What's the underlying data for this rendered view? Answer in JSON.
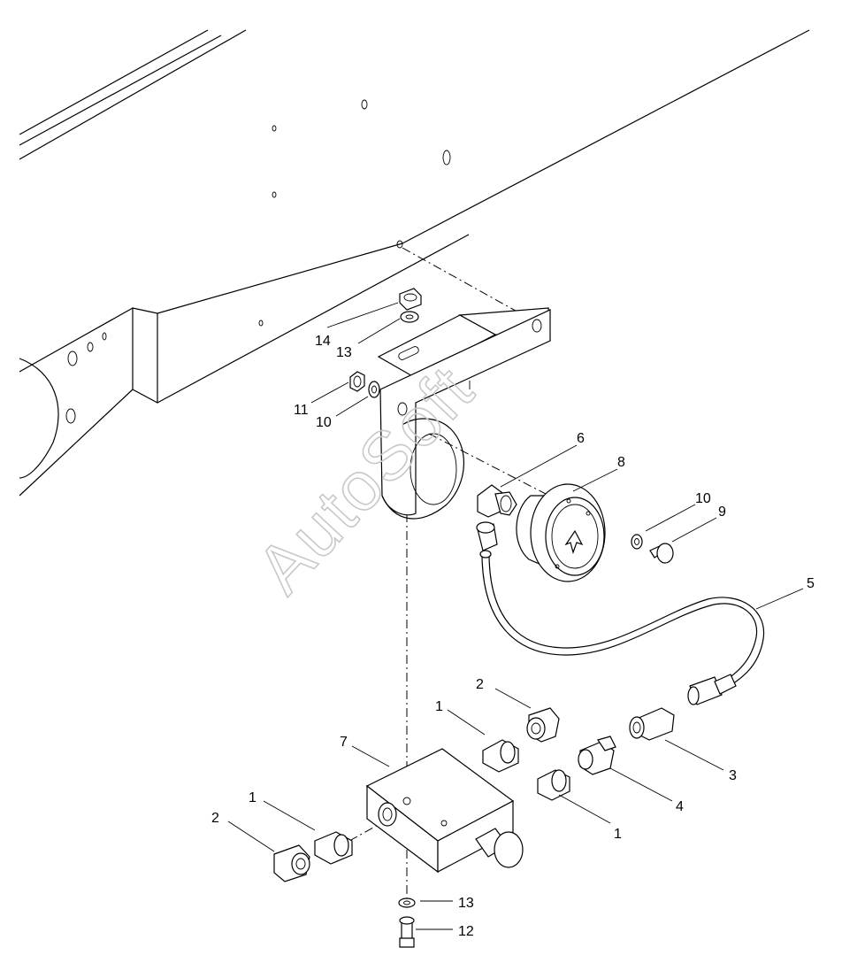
{
  "watermark": "AutoSoft",
  "callouts": {
    "p1a": "1",
    "p1b": "1",
    "p1c": "1",
    "p2a": "2",
    "p2b": "2",
    "p3": "3",
    "p4": "4",
    "p5": "5",
    "p6": "6",
    "p7": "7",
    "p8": "8",
    "p9": "9",
    "p10a": "10",
    "p10b": "10",
    "p11": "11",
    "p12": "12",
    "p13a": "13",
    "p13b": "13",
    "p14": "14"
  }
}
